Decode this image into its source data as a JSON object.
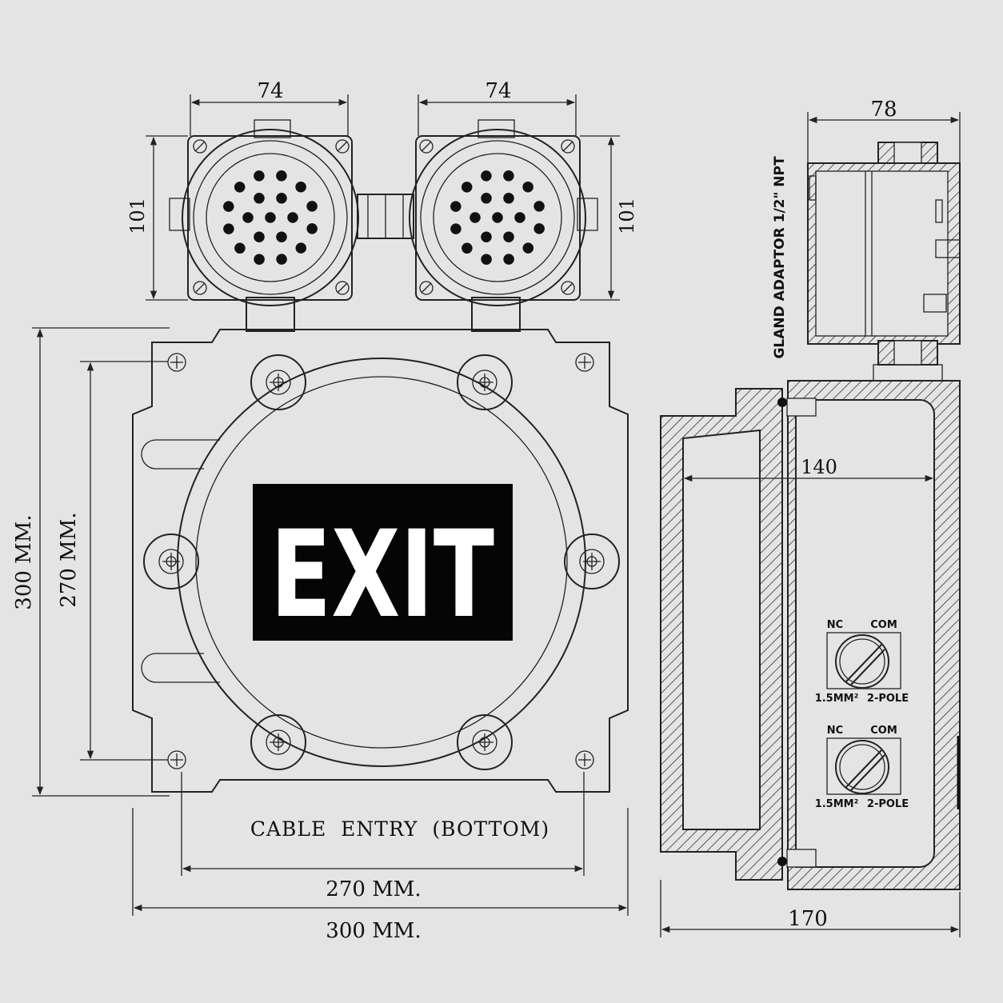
{
  "sign": {
    "text": "EXIT"
  },
  "dimensions": {
    "lamp_left_width": "74",
    "lamp_right_width": "74",
    "lamp_left_height": "101",
    "lamp_right_height": "101",
    "total_height": "300 MM.",
    "inner_height": "270 MM.",
    "inner_width": "270 MM.",
    "total_width": "300 MM.",
    "gland_width": "78",
    "side_inner_depth": "140",
    "side_total_depth": "170"
  },
  "notes": {
    "cable_entry": "CABLE  ENTRY  (BOTTOM)",
    "gland": "GLAND ADAPTOR 1/2\" NPT"
  },
  "terminals": [
    {
      "nc": "NC",
      "com": "COM",
      "wire": "1.5MM²",
      "pole": "2-POLE"
    },
    {
      "nc": "NC",
      "com": "COM",
      "wire": "1.5MM²",
      "pole": "2-POLE"
    }
  ]
}
